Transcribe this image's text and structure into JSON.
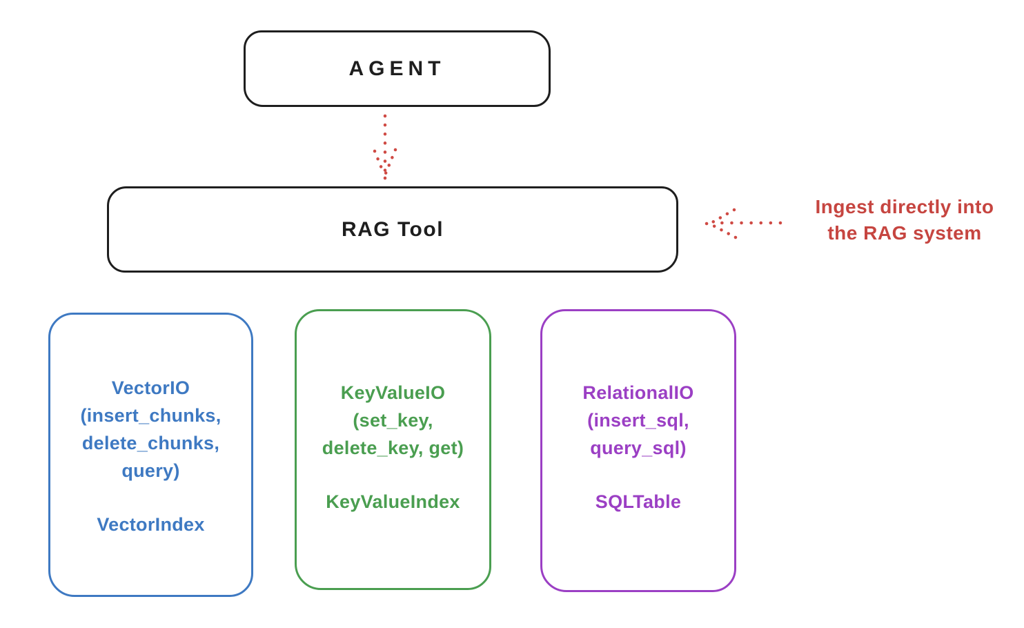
{
  "diagram": {
    "title_hint": "RAG Tool architecture sketch",
    "agent": {
      "label": "AGENT"
    },
    "rag_tool": {
      "label": "RAG Tool"
    },
    "annotation": {
      "line1": "Ingest directly into",
      "line2": "the RAG system",
      "color": "#c64540"
    },
    "arrows": [
      {
        "name": "agent-to-ragtool",
        "style": "dotted",
        "color": "#cf4a44",
        "direction": "down"
      },
      {
        "name": "ingest-into-ragtool",
        "style": "dotted",
        "color": "#cf4a44",
        "direction": "left"
      }
    ],
    "io_boxes": [
      {
        "id": "vector",
        "color": "#3e79c2",
        "lines": [
          "VectorIO",
          "(insert_chunks,",
          "delete_chunks,",
          "query)"
        ],
        "index_label": "VectorIndex"
      },
      {
        "id": "keyvalue",
        "color": "#4a9e50",
        "lines": [
          "KeyValueIO",
          "(set_key,",
          "delete_key, get)"
        ],
        "index_label": "KeyValueIndex"
      },
      {
        "id": "relational",
        "color": "#9b3fc4",
        "lines": [
          "RelationalIO",
          "(insert_sql,",
          "query_sql)"
        ],
        "index_label": "SQLTable"
      }
    ],
    "colors": {
      "stroke": "#1e1e1e",
      "red": "#cf4a44",
      "blue": "#3e79c2",
      "green": "#4a9e50",
      "purple": "#9b3fc4",
      "background": "#ffffff"
    }
  }
}
